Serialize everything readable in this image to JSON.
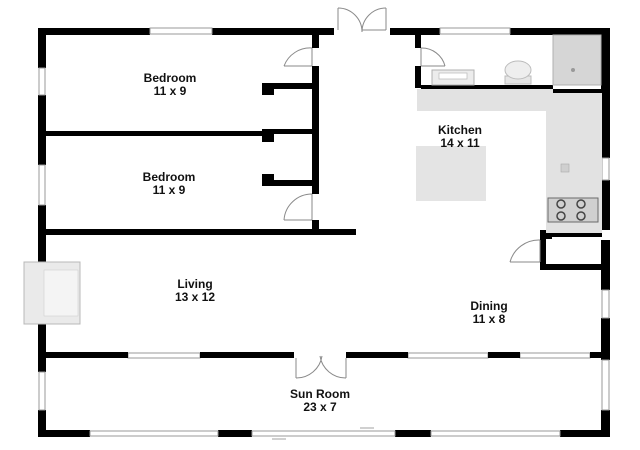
{
  "colors": {
    "wall": "#000000",
    "background": "#ffffff",
    "counter": "#e2e2e2",
    "window_frame": "#9a9a9a",
    "door_arc": "#8a8a8a"
  },
  "rooms": [
    {
      "id": "bedroom-1",
      "name": "Bedroom",
      "size": "11 x 9"
    },
    {
      "id": "bedroom-2",
      "name": "Bedroom",
      "size": "11 x 9"
    },
    {
      "id": "kitchen",
      "name": "Kitchen",
      "size": "14 x 11"
    },
    {
      "id": "living",
      "name": "Living",
      "size": "13 x 12"
    },
    {
      "id": "dining",
      "name": "Dining",
      "size": "11 x 8"
    },
    {
      "id": "sun-room",
      "name": "Sun Room",
      "size": "23 x 7"
    }
  ],
  "fixtures": {
    "kitchen_sink": "sink-icon",
    "toilet": "toilet-icon",
    "shower": "shower-icon",
    "stove": "stove-icon",
    "kitchen_island": "island-icon",
    "fireplace": "fireplace-icon"
  }
}
